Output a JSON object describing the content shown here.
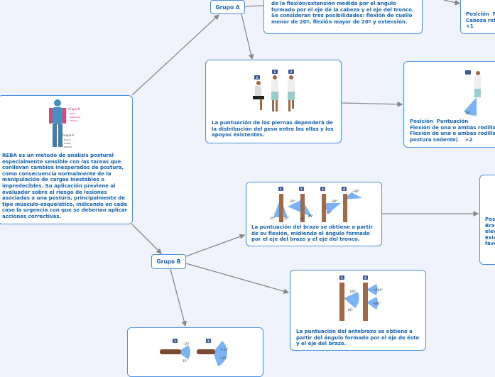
{
  "root": {
    "figure_labels": {
      "group_b": "Grupo B",
      "group_b_parts": [
        "Brazo",
        "Antebrazo",
        "Muñeca"
      ],
      "group_a": "Grupo A",
      "group_a_parts": [
        "Tronco",
        "Cuello",
        "Piernas"
      ]
    },
    "text": "REBA es un método de análisis postural especialmente sensible con las tareas que conllevan cambios inesperados de postura, como consecuencia normalmente de la manipulación de cargas inestables o impredecibles. Su aplicación previene al evaluador sobre el riesgo de lesiones asociadas a una postura, principalmente de tipo músculo-esquelético, indicando en cada caso la urgencia con que se deberían aplicar acciones correctivas."
  },
  "group_a": {
    "label": "Grupo A"
  },
  "group_b": {
    "label": "Grupo B"
  },
  "neck": {
    "text": "de la flexión/extensión medida por el ángulo formado por el eje de la cabeza y el eje del tronco. Se consideran tres posibilidades: flexión de cuello menor de 20º, flexión mayor de 20º y extensión."
  },
  "neck_score": {
    "text": "Posición  P\nCabeza rot\n+1"
  },
  "legs": {
    "badges": [
      "1",
      "1",
      "2"
    ],
    "text": "La puntuación de las piernas dependerá de la distribución del peso entre las ellas y los apoyos existentes."
  },
  "knees": {
    "text": "Posición  Puntuación\nFlexión de una o ambas rodilla\nFlexión de una o ambas rodilla\npostura sedente)    +2",
    "angles": [
      "30°"
    ]
  },
  "arm": {
    "badges": [
      "1",
      "2",
      "3",
      "4"
    ],
    "angles": [
      "-20°",
      "20°",
      "20°",
      "20°",
      "45°",
      "90°",
      "45°",
      ">90°"
    ],
    "text": "La puntuación del brazo se obtiene a partir de su flexión, midiendo el ángulo formado por el eje del brazo y el eje del tronco."
  },
  "arm_score": {
    "text": "Pos\nBra\nelev\nExis\nfavo"
  },
  "forearm": {
    "badges": [
      "1",
      "2"
    ],
    "angles": [
      "100°",
      "60°",
      "<100°",
      "<60°"
    ],
    "text": "La puntuación del antebrazo se obtiene a partir del ángulo formado por el eje de éste y el eje del brazo."
  },
  "wrist": {
    "badges": [
      "1",
      "2"
    ],
    "angles": [
      "-15°",
      "15°",
      "<-15°",
      ">15°"
    ]
  },
  "colors": {
    "background": "#f0f3fb",
    "border": "#4a90e2",
    "text": "#1565c0",
    "connector": "#888888"
  }
}
